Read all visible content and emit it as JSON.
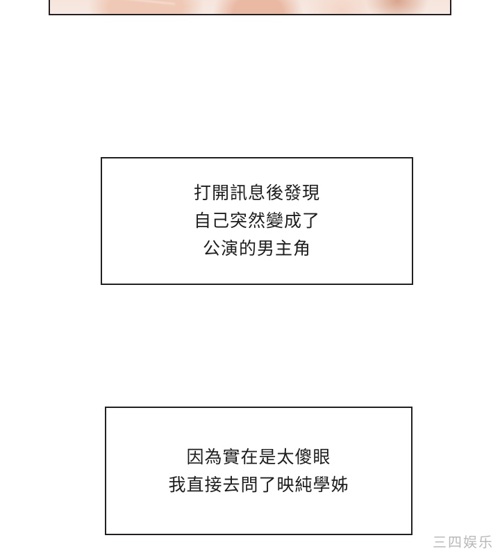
{
  "page": {
    "type": "webtoon-comic-page",
    "background_color": "#ffffff"
  },
  "panels": [
    {
      "id": "panel-top",
      "description": "partial comic artwork panel cropped at top of page",
      "border_color": "#231f20",
      "art_tone": "#efc9b6"
    }
  ],
  "text_boxes": [
    {
      "id": "box-1",
      "border_color": "#231f20",
      "background_color": "#ffffff",
      "lines": [
        "打開訊息後發現",
        "自己突然變成了",
        "公演的男主角"
      ]
    },
    {
      "id": "box-2",
      "border_color": "#231f20",
      "background_color": "#ffffff",
      "lines": [
        "因為實在是太傻眼",
        "我直接去問了映純學姊"
      ]
    }
  ],
  "watermark": {
    "text": "三四娱乐",
    "color": "#b9b9b9"
  }
}
